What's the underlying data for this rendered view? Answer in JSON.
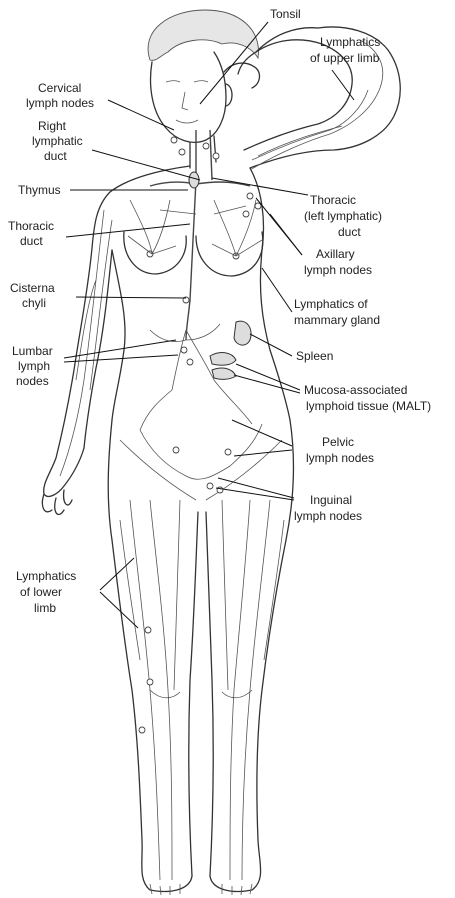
{
  "labels": {
    "tonsil": "Tonsil",
    "lymphatics_upper_limb_1": "Lymphatics",
    "lymphatics_upper_limb_2": "of upper limb",
    "cervical_1": "Cervical",
    "cervical_2": "lymph nodes",
    "right_lymphatic_1": "Right",
    "right_lymphatic_2": "lymphatic",
    "right_lymphatic_3": "duct",
    "thymus": "Thymus",
    "thoracic_left_1": "Thoracic",
    "thoracic_left_2": "(left lymphatic)",
    "thoracic_left_3": "duct",
    "thoracic_duct_1": "Thoracic",
    "thoracic_duct_2": "duct",
    "axillary_1": "Axillary",
    "axillary_2": "lymph nodes",
    "cisterna_1": "Cisterna",
    "cisterna_2": "chyli",
    "mammary_1": "Lymphatics of",
    "mammary_2": "mammary gland",
    "lumbar_1": "Lumbar",
    "lumbar_2": "lymph",
    "lumbar_3": "nodes",
    "spleen": "Spleen",
    "malt_1": "Mucosa-associated",
    "malt_2": "lymphoid tissue (MALT)",
    "pelvic_1": "Pelvic",
    "pelvic_2": "lymph nodes",
    "inguinal_1": "Inguinal",
    "inguinal_2": "lymph nodes",
    "lower_limb_1": "Lymphatics",
    "lower_limb_2": "of lower",
    "lower_limb_3": "limb"
  }
}
